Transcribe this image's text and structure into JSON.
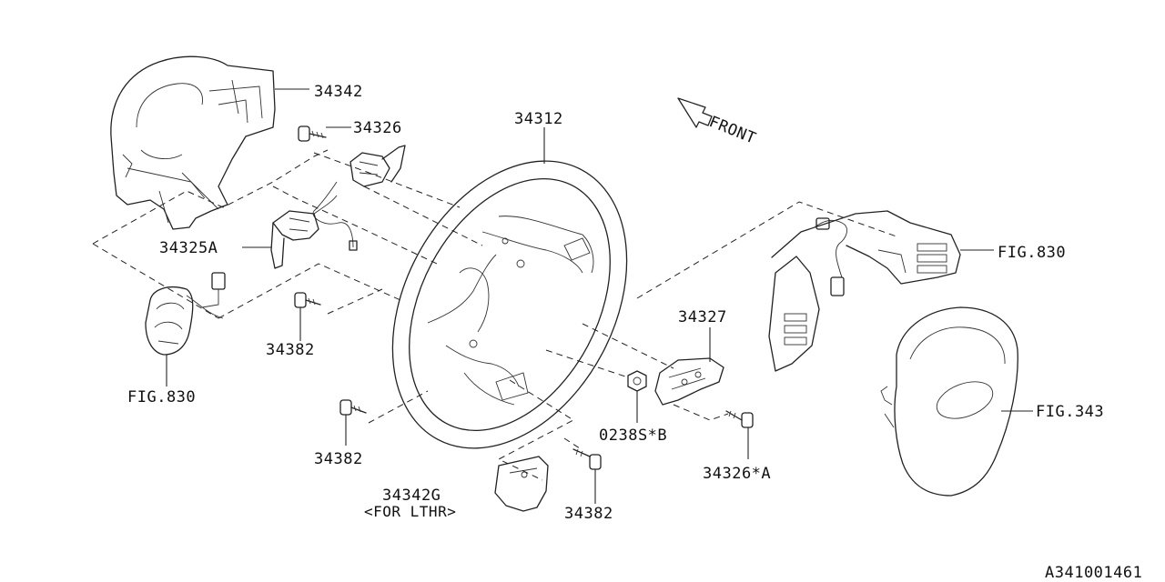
{
  "callouts": {
    "c34342": "34342",
    "c34326": "34326",
    "c34312": "34312",
    "front": "FRONT",
    "c34325a": "34325A",
    "c34382_mid": "34382",
    "fig830_left": "FIG.830",
    "fig830_right": "FIG.830",
    "c34327": "34327",
    "c0238sb": "0238S*B",
    "c34326a": "34326*A",
    "fig343": "FIG.343",
    "c34382_bl": "34382",
    "c34342g": "34342G",
    "for_lthr": "<FOR LTHR>",
    "c34382_br": "34382",
    "ref_code": "A341001461"
  }
}
